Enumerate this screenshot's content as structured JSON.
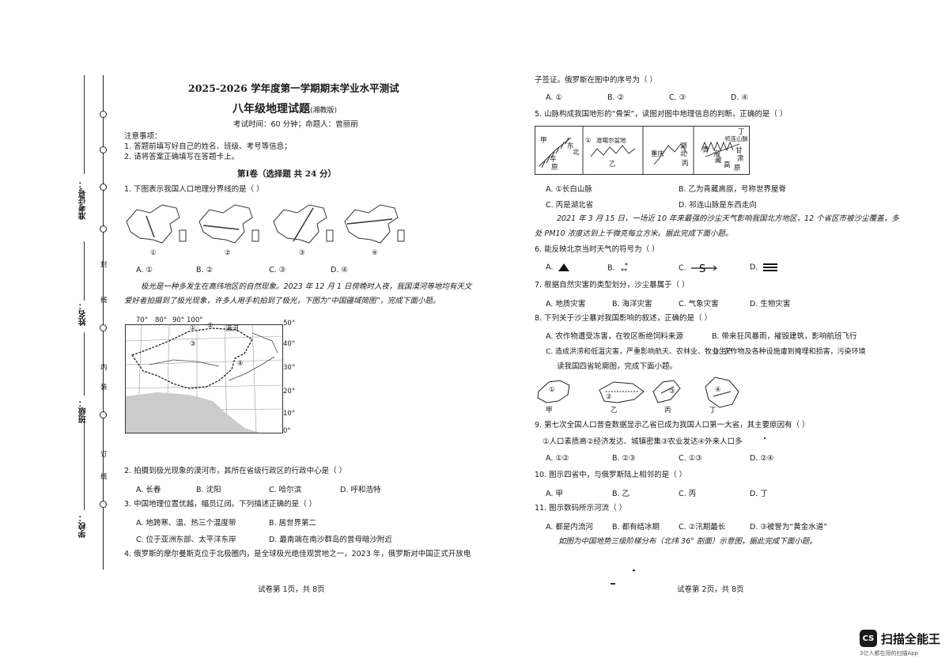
{
  "left_page": {
    "title": "2025-2026 学年度第一学期期末学业水平测试",
    "subtitle": "八年级地理试题",
    "subtitle_tag": "(湘教版)",
    "exam_info": "考试时间：60 分钟；命题人：曾丽丽",
    "notes_heading": "注意事项：",
    "notes": [
      "1.  答题前填写好自己的姓名、班级、考号等信息；",
      "2.  请将答案正确填写在答题卡上。"
    ],
    "section_title": "第Ⅰ卷（选择题   共 24 分）",
    "q1": "1.  下图表示我国人口地理分界线的是（    ）",
    "q1_options": [
      "A.  ①",
      "B.  ②",
      "C.  ③",
      "D.  ④"
    ],
    "map_labels": [
      "①",
      "②",
      "③",
      "④"
    ],
    "passage1_line1": "极光是一种多发生在高纬地区的自然现象。2023 年 12 月 1 日傍晚时入夜，我国漠河等地均有天文",
    "passage1_line2": "爱好者拍摄到了极光现象，许多人用手机拍到了极光，下图为“中国疆域简图”，完成下面小题。",
    "map_top_labels": [
      "70°",
      "80°",
      "90°",
      "100°",
      "①",
      "②",
      "漠河"
    ],
    "map_lat_labels": [
      "50°",
      "40°",
      "30°",
      "20°",
      "10°",
      "0°"
    ],
    "map_extra_labels": [
      "③",
      "④"
    ],
    "q2": "2.  拍摄到极光现象的漠河市，其所在省级行政区的行政中心是（    ）",
    "q2_options": [
      "A.  长春",
      "B.  沈阳",
      "C.  哈尔滨",
      "D.  呼和浩特"
    ],
    "q3": "3.  中国地理位置优越，幅员辽阔。下列描述正确的是（    ）",
    "q3_options": [
      "A.  地跨寒、温、热三个温度带",
      "B.  居世界第二",
      "C.  位于亚洲东部、太平洋东岸",
      "D.  最南端在南沙群岛的曾母暗沙附近"
    ],
    "q4_start": "4.  俄罗斯的摩尔曼斯克位于北极圈内，是全球极光绝佳观赏地之一，2023 年，俄罗斯对中国正式开放电",
    "footer": "试卷第 1页，共 8页",
    "side_labels": [
      "准考证号：",
      "姓名：",
      "班级：",
      "学校："
    ],
    "side_marks": [
      "封",
      "线",
      "内",
      "装",
      "订",
      "线"
    ]
  },
  "right_page": {
    "q4_cont": "子签证。俄罗斯在图中的序号为（    ）",
    "q4_options": [
      "A.  ①",
      "B.  ②",
      "C.  ③",
      "D.  ④"
    ],
    "q5": "5.  山脉构成我国地形的“骨架”，读图对图中地理信息的判断，正确的是（    ）",
    "mountain_labels": [
      "甲",
      "东",
      "北",
      "平",
      "原",
      "①",
      "准噶尔盆地",
      "乙",
      "重庆",
      "湖",
      "北",
      "丙",
      "青",
      "海",
      "藏",
      "高",
      "原",
      "丁",
      "祁连山脉",
      "甘",
      "肃"
    ],
    "q5_options": [
      "A.  ①长白山脉",
      "B.  乙为青藏高原，号称世界屋脊",
      "C.  丙是湖北省",
      "D.  祁连山脉是东西走向"
    ],
    "passage2_line1": "2021 年 3 月 15 日，一场近 10 年来最强的沙尘天气影响我国北方地区，12 个省区市被沙尘覆盖，多",
    "passage2_line2": "处 PM10 浓度达到上千微克每立方米。据此完成下面小题。",
    "q6": "6.  能反映北京当时天气的符号为（    ）",
    "q6_options": [
      "A.",
      "B.",
      "C.",
      "D."
    ],
    "q7": "7.  根据自然灾害的类型划分，沙尘暴属于（    ）",
    "q7_options": [
      "A.  地质灾害",
      "B.  海洋灾害",
      "C.  气象灾害",
      "D.  生物灾害"
    ],
    "q8": "8.  下列关于沙尘暴对我国影响的叙述，正确的是（    ）",
    "q8_options": [
      "A.  农作物遭受冻害，在牧区断绝饲料来源",
      "B.  带来狂风暴雨，摧毁建筑，影响航班飞行",
      "C.  造成洪涝和低温灾害，严重影响航天、农林业、牧业生产",
      "D.  农作物及各种设施遭到掩埋和损害，污染环境"
    ],
    "passage3": "读我国四省轮廓图，完成下面小题。",
    "province_labels": [
      "甲",
      "乙",
      "丙",
      "丁",
      "①",
      "②",
      "③",
      "④"
    ],
    "q9": "9.  第七次全国人口普查数据显示乙省已成为我国人口第一大省，其主要原因有（    ）",
    "q9_sub": "①人口素质高②经济发达、城镇密集③农业发达④外来人口多",
    "q9_options": [
      "A.  ①②",
      "B.  ②③",
      "C.  ①③",
      "D.  ②④"
    ],
    "q10": "10.  图示四省中，与俄罗斯陆上相邻的是（    ）",
    "q10_options": [
      "A.  甲",
      "B.  乙",
      "C.  丙",
      "D.  丁"
    ],
    "q11": "11.  图示数码所示河流（    ）",
    "q11_options": [
      "A.  都是内流河",
      "B.  都有结冰期",
      "C.  ②汛期最长",
      "D.  ③被誉为“黄金水道”"
    ],
    "passage4": "如图为中国地势三级阶梯分布（北纬 36° 剖面）示意图，据此完成下面小题。",
    "footer": "试卷第 2页，共 8页"
  },
  "watermark": {
    "logo_text": "CS",
    "brand": "扫描全能王",
    "tagline": "3亿人都在用的扫描App"
  }
}
